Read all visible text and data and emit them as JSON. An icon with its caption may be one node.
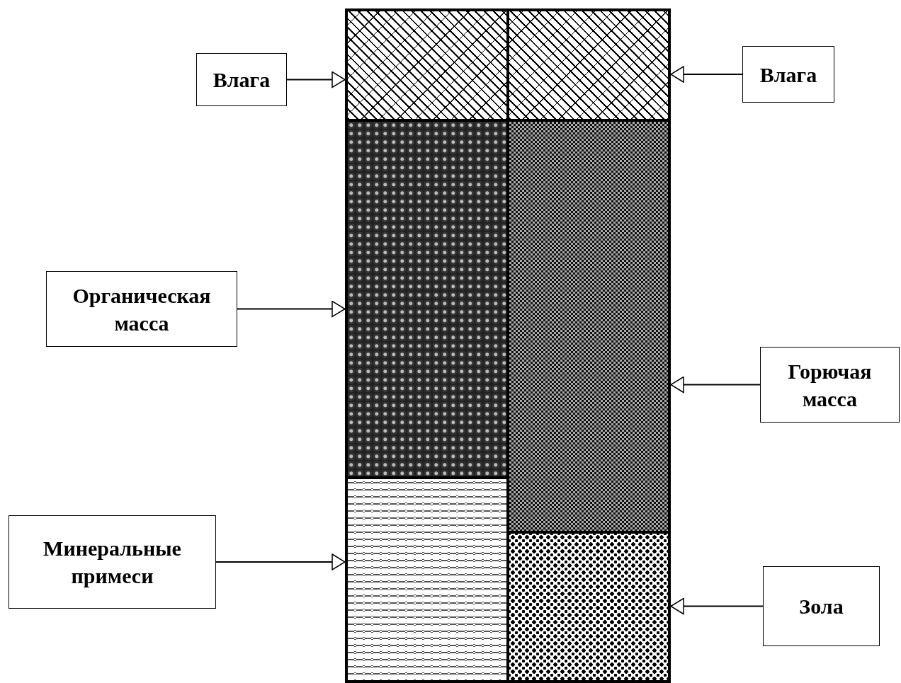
{
  "diagram": {
    "nodes": [
      {
        "text": [
          "Влага"
        ]
      },
      {
        "text": [],
        "shape": "box"
      },
      {
        "text": [],
        "shape": "box"
      },
      {
        "text": [
          "Влага"
        ]
      },
      {
        "text": [
          "Органическая масса"
        ]
      },
      {
        "text": [],
        "shape": "box"
      },
      {
        "text": [],
        "shape": "box"
      },
      {
        "text": [
          "Горючая масса"
        ]
      },
      {
        "text": [
          "Минеральные примеси"
        ]
      },
      {
        "text": [],
        "shape": "box"
      },
      {
        "text": [],
        "shape": "box"
      },
      {
        "text": [
          "Зола"
        ]
      }
    ],
    "edges": [
      {
        "from": 0,
        "to": 1,
        "arrow": "to"
      },
      {
        "from": 3,
        "to": 2,
        "arrow": "to"
      },
      {
        "from": 4,
        "to": 5,
        "arrow": "to"
      },
      {
        "from": 7,
        "to": 6,
        "arrow": "to"
      },
      {
        "from": 8,
        "to": 9,
        "arrow": "to"
      },
      {
        "from": 11,
        "to": 10,
        "arrow": "to"
      }
    ]
  }
}
